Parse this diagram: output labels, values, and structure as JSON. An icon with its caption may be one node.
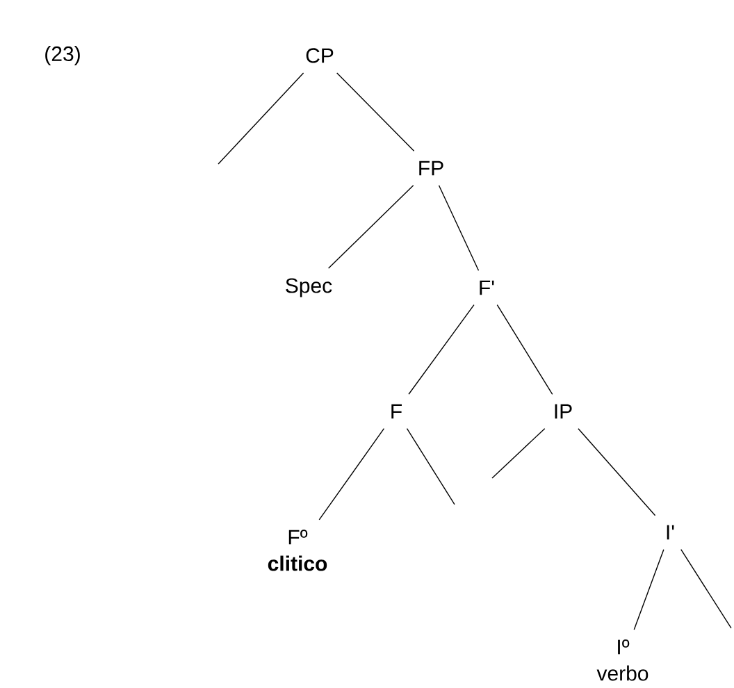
{
  "diagram": {
    "nodes": [
      {
        "text": [
          "CP"
        ]
      },
      {
        "text": [
          "FP"
        ]
      },
      {
        "text": [
          "Spec"
        ]
      },
      {
        "text": [
          "F'"
        ]
      },
      {
        "text": [
          "F"
        ]
      },
      {
        "text": [
          "IP"
        ]
      },
      {
        "text": [
          "Fº",
          "clitico"
        ]
      },
      {
        "text": [
          "I'"
        ]
      },
      {
        "text": [
          "Iº",
          "verbo"
        ]
      }
    ],
    "edges": [
      {
        "from": 0,
        "to": null,
        "arrow": "none"
      },
      {
        "from": 0,
        "to": 1,
        "arrow": "none"
      },
      {
        "from": 1,
        "to": 2,
        "arrow": "none"
      },
      {
        "from": 1,
        "to": 3,
        "arrow": "none"
      },
      {
        "from": 3,
        "to": 4,
        "arrow": "none"
      },
      {
        "from": 3,
        "to": 5,
        "arrow": "none"
      },
      {
        "from": 4,
        "to": 6,
        "arrow": "none"
      },
      {
        "from": 4,
        "to": null,
        "arrow": "none"
      },
      {
        "from": 5,
        "to": null,
        "arrow": "none"
      },
      {
        "from": 5,
        "to": 7,
        "arrow": "none"
      },
      {
        "from": 7,
        "to": 8,
        "arrow": "none"
      },
      {
        "from": 7,
        "to": null,
        "arrow": "none"
      }
    ],
    "labels": [
      "(23)"
    ]
  }
}
